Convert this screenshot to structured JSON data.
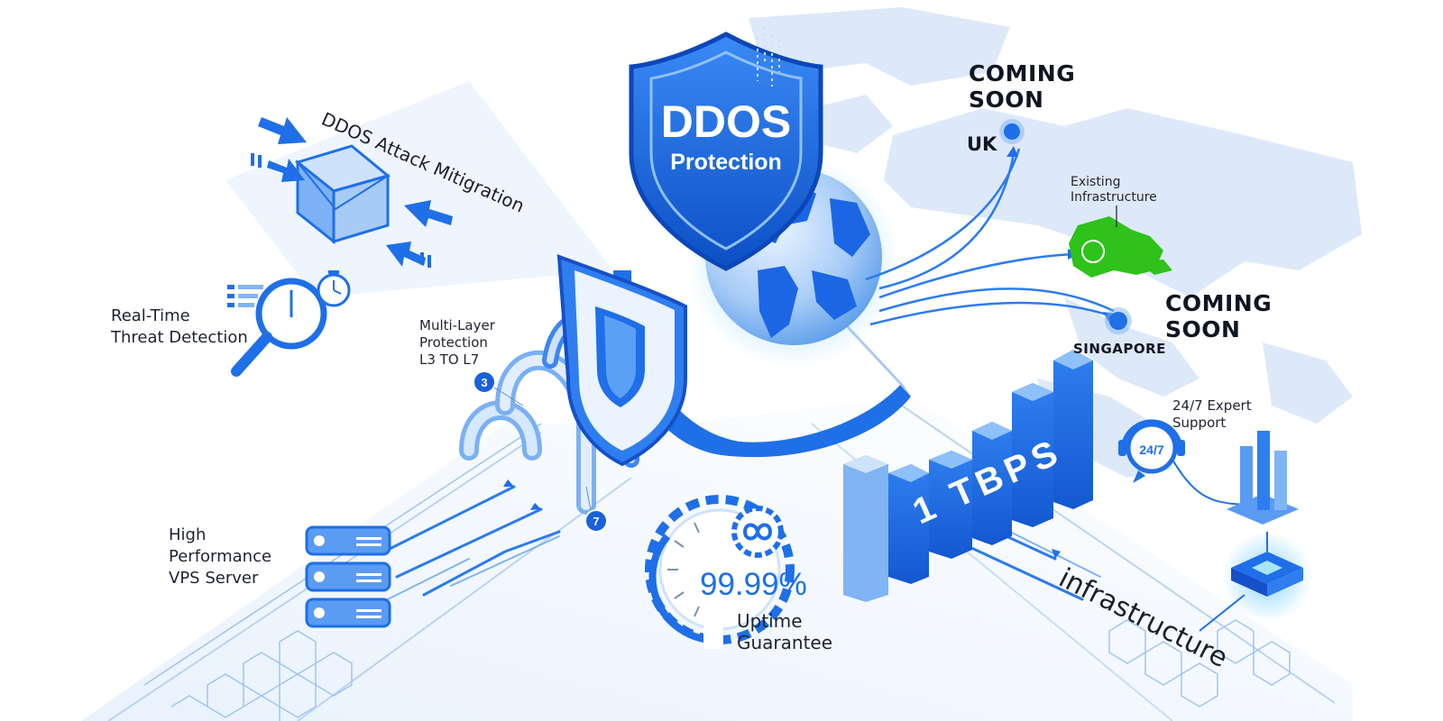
{
  "shield": {
    "line1": "DDOS",
    "line2": "Protection"
  },
  "features": {
    "mitigation": "DDOS Attack Mitigration",
    "threat": {
      "line1": "Real-Time",
      "line2": "Threat Detection"
    },
    "multilayer": {
      "line1": "Multi-Layer",
      "line2": "Protection",
      "line3": "L3 TO L7"
    },
    "vps": {
      "line1": "High",
      "line2": "Performance",
      "line3": "VPS Server"
    },
    "uptime": {
      "value": "99.99%",
      "line1": "Uptime",
      "line2": "Guarantee"
    },
    "bandwidth": "1 TBPS",
    "infrastructure": "infrastructure",
    "support": {
      "line1": "24/7 Expert",
      "line2": "Support",
      "badge": "24/7"
    }
  },
  "layers": {
    "start": "3",
    "end": "7"
  },
  "locations": {
    "uk": {
      "status_line1": "COMING",
      "status_line2": "SOON",
      "name": "UK"
    },
    "existing": {
      "line1": "Existing",
      "line2": "Infrastructure"
    },
    "singapore": {
      "status_line1": "COMING",
      "status_line2": "SOON",
      "name": "SINGAPORE"
    }
  },
  "colors": {
    "primary": "#1e6fe8",
    "dark": "#0d4fc4",
    "light": "#cfe2fb",
    "existing": "#2ec21a",
    "map": "#dde9f8"
  }
}
